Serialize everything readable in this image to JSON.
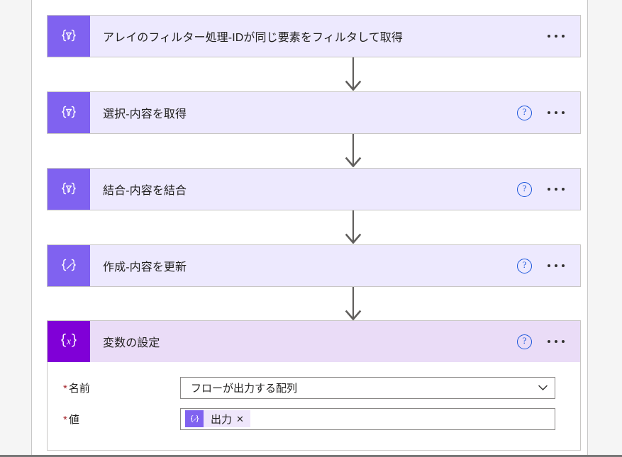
{
  "canvas": {
    "cards": [
      {
        "id": "filter-array",
        "title": "アレイのフィルター処理-IDが同じ要素をフィルタして取得",
        "icon": "filter-braces-icon",
        "icon_glyph": "filter",
        "icon_bg": "#8062F0",
        "header_bg": "#EDE9FE",
        "has_help": false,
        "has_menu": true,
        "menu_label": "…"
      },
      {
        "id": "select",
        "title": "選択-内容を取得",
        "icon": "filter-braces-icon",
        "icon_glyph": "filter",
        "icon_bg": "#8062F0",
        "header_bg": "#EDE9FE",
        "has_help": true,
        "help_label": "?",
        "has_menu": true,
        "menu_label": "…"
      },
      {
        "id": "join",
        "title": "結合-内容を結合",
        "icon": "filter-braces-icon",
        "icon_glyph": "filter",
        "icon_bg": "#8062F0",
        "header_bg": "#EDE9FE",
        "has_help": true,
        "help_label": "?",
        "has_menu": true,
        "menu_label": "…"
      },
      {
        "id": "compose",
        "title": "作成-内容を更新",
        "icon": "compose-pencil-braces-icon",
        "icon_glyph": "pencil",
        "icon_bg": "#8062F0",
        "header_bg": "#EDE9FE",
        "has_help": true,
        "help_label": "?",
        "has_menu": true,
        "menu_label": "…"
      }
    ],
    "variable_card": {
      "id": "set-variable",
      "title": "変数の設定",
      "icon": "variable-braces-x-icon",
      "icon_glyph": "x",
      "icon_bg": "#8000D7",
      "header_bg": "#EADCF7",
      "has_help": true,
      "help_label": "?",
      "has_menu": true,
      "menu_label": "…",
      "fields": [
        {
          "id": "name",
          "required_marker": "*",
          "label": "名前",
          "type": "dropdown",
          "value": "フローが出力する配列",
          "chevron": "chevron-down-icon"
        },
        {
          "id": "value",
          "required_marker": "*",
          "label": "値",
          "type": "token-field",
          "value": "",
          "token": {
            "icon": "compose-pencil-braces-icon",
            "label": "出力",
            "remove_label": "✕"
          }
        }
      ]
    },
    "connectors": [
      {
        "id": "connector-1"
      },
      {
        "id": "connector-2"
      },
      {
        "id": "connector-3"
      },
      {
        "id": "connector-4"
      }
    ]
  },
  "theme": {
    "accent_purple": "#8062F0",
    "variable_purple": "#8000D7",
    "card_header_bg": "#EDE9FE",
    "variable_header_bg": "#EADCF7",
    "required_red": "#a4262c",
    "help_blue": "#1a56db",
    "connector_gray": "#605e5c"
  }
}
